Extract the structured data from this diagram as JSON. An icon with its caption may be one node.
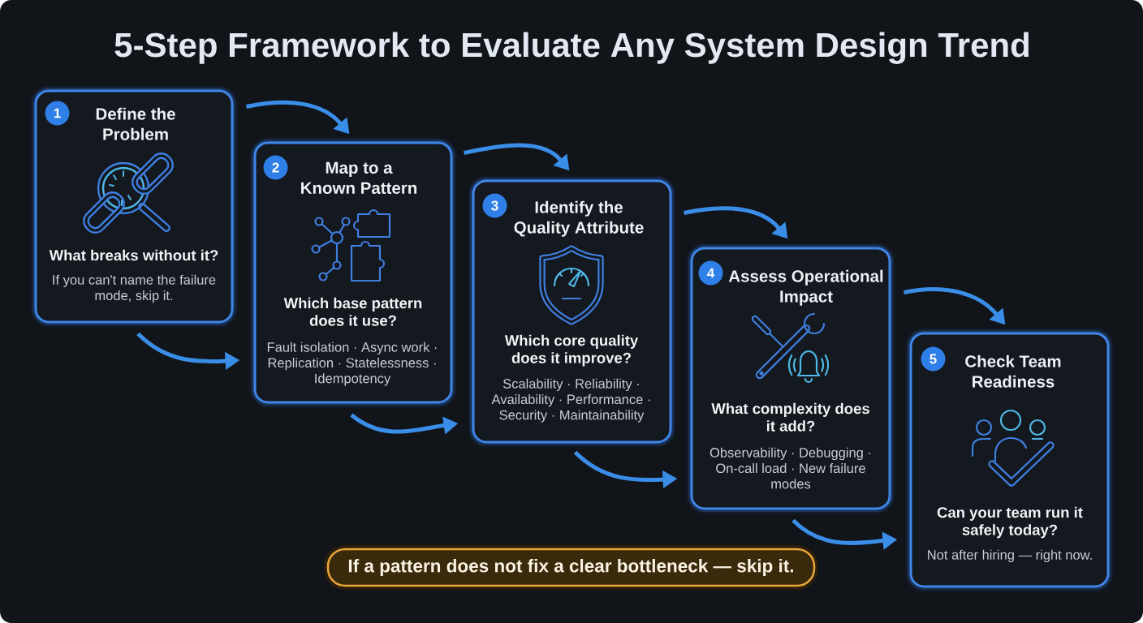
{
  "diagram": {
    "title": "5-Step Framework to Evaluate Any System Design Trend",
    "nodes": [
      {
        "text": [
          "Define the Problem",
          "What breaks without it?",
          "If you can't name the failure mode, skip it."
        ]
      },
      {
        "text": [
          "1"
        ],
        "in": 0
      },
      {
        "text": [
          "Map to a Known Pattern",
          "Which base pattern does it use?",
          "Fault isolation · Async work · Replication · Statelessness · Idempotency"
        ]
      },
      {
        "text": [
          "2"
        ],
        "in": 2
      },
      {
        "text": [
          "Identify the Quality Attribute",
          "Which core quality does it improve?",
          "Scalability · Reliability · Availability · Performance · Security · Maintainability"
        ]
      },
      {
        "text": [
          "3"
        ],
        "in": 4
      },
      {
        "text": [
          "Assess Operational Impact",
          "What complexity does it add?",
          "Observability · Debugging · On-call load · New failure modes"
        ]
      },
      {
        "text": [
          "4"
        ],
        "in": 6
      },
      {
        "text": [
          "Check Team Readiness",
          "Can your team run it safely today?",
          "Not after hiring — right now."
        ]
      },
      {
        "text": [
          "5"
        ],
        "in": 8
      },
      {
        "text": [
          "If a pattern does not fix a clear bottleneck — skip it."
        ]
      }
    ],
    "edges": [
      {
        "from": 0,
        "to": 2,
        "arrow": "to"
      },
      {
        "from": 0,
        "to": 2,
        "arrow": "to"
      },
      {
        "from": 2,
        "to": 4,
        "arrow": "to"
      },
      {
        "from": 2,
        "to": 4,
        "arrow": "to"
      },
      {
        "from": 4,
        "to": 6,
        "arrow": "to"
      },
      {
        "from": 4,
        "to": 6,
        "arrow": "to"
      },
      {
        "from": 6,
        "to": 8,
        "arrow": "to"
      },
      {
        "from": 6,
        "to": 8,
        "arrow": "to"
      }
    ]
  }
}
